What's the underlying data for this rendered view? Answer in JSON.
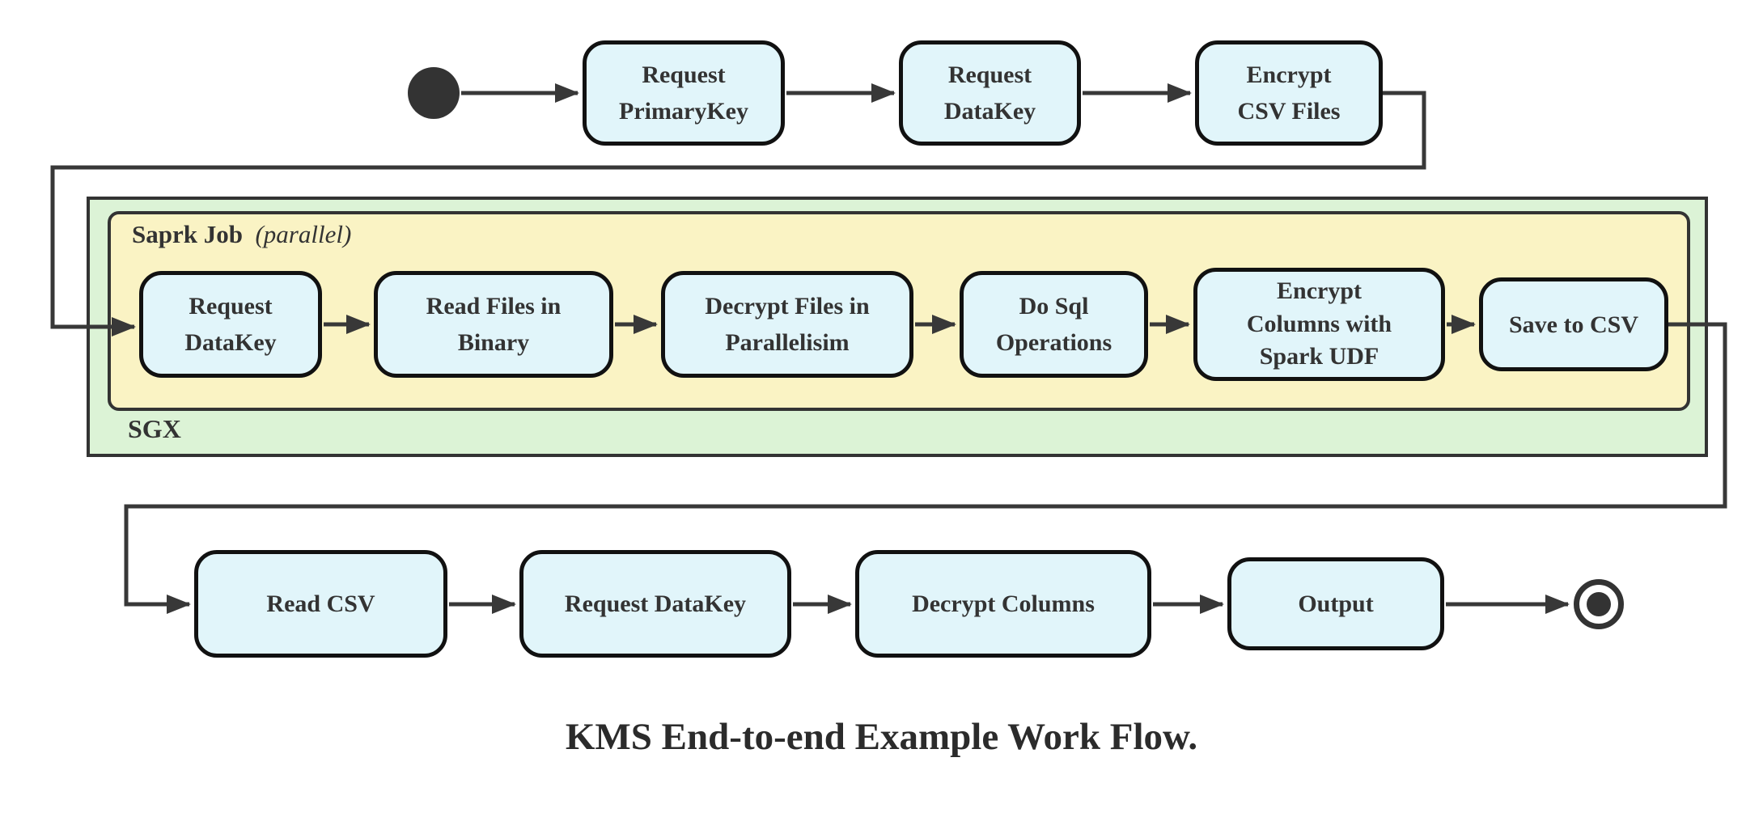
{
  "diagram": {
    "caption": "KMS End-to-end Example Work Flow.",
    "colors": {
      "node_fill": "#e1f5fa",
      "node_border": "#111111",
      "sgx_fill": "#dcf3d6",
      "spark_fill": "#faf3c4",
      "container_border": "#333333",
      "arrow": "#383838",
      "text": "#333333"
    },
    "start_node": "start",
    "end_node": "end",
    "top_row": [
      {
        "label": "Request\nPrimaryKey"
      },
      {
        "label": "Request\nDataKey"
      },
      {
        "label": "Encrypt\nCSV Files"
      }
    ],
    "sgx": {
      "label": "SGX",
      "spark_job": {
        "title": "Saprk Job",
        "qualifier": "(parallel)",
        "nodes": [
          {
            "label": "Request\nDataKey"
          },
          {
            "label": "Read Files in\nBinary"
          },
          {
            "label": "Decrypt Files in\nParallelisim"
          },
          {
            "label": "Do Sql\nOperations"
          },
          {
            "label": "Encrypt\nColumns with\nSpark UDF"
          },
          {
            "label": "Save to CSV"
          }
        ]
      }
    },
    "bottom_row": [
      {
        "label": "Read CSV"
      },
      {
        "label": "Request DataKey"
      },
      {
        "label": "Decrypt Columns"
      },
      {
        "label": "Output"
      }
    ]
  }
}
